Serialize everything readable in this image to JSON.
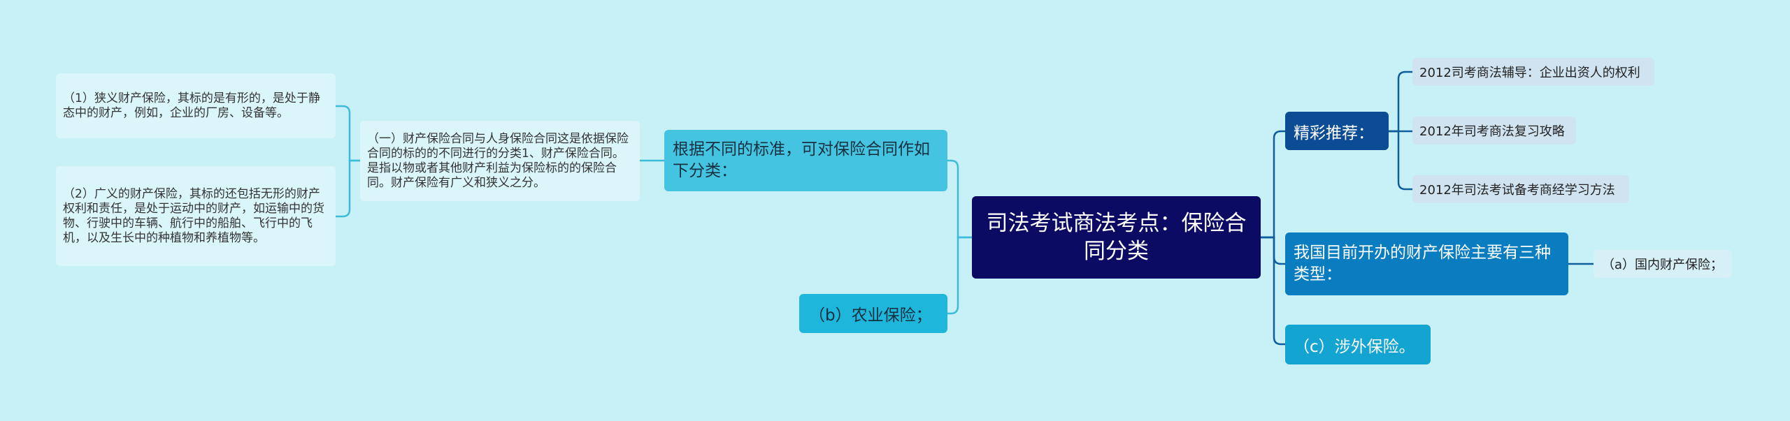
{
  "root": {
    "title": "司法考试商法考点：保险合同分类"
  },
  "left": {
    "branch_standard": "根据不同的标准，可对保险合同作如下分类：",
    "branch_agri": "（b）农业保险；",
    "detail_intro": "（一）财产保险合同与人身保险合同这是依据保险合同的标的的不同进行的分类1、财产保险合同。是指以物或者其他财产利益为保险标的的保险合同。财产保险有广义和狭义之分。",
    "narrow": "（1）狭义财产保险，其标的是有形的，是处于静态中的财产，例如，企业的厂房、设备等。",
    "broad": "（2）广义的财产保险，其标的还包括无形的财产权利和责任，是处于运动中的财产，如运输中的货物、行驶中的车辆、航行中的船舶、飞行中的飞机，以及生长中的种植物和养植物等。"
  },
  "right": {
    "recommend": "精彩推荐：",
    "recommend_items": [
      "2012司考商法辅导：企业出资人的权利",
      "2012年司考商法复习攻略",
      "2012年司法考试备考商经学习方法"
    ],
    "types": "我国目前开办的财产保险主要有三种类型：",
    "types_child": "（a）国内财产保险；",
    "foreign": "（c）涉外保险。"
  },
  "colors": {
    "background": "#c8f0f7",
    "root": "#0b0b63",
    "connector_left": "#3cbcd8",
    "connector_right": "#0e5e9e"
  }
}
